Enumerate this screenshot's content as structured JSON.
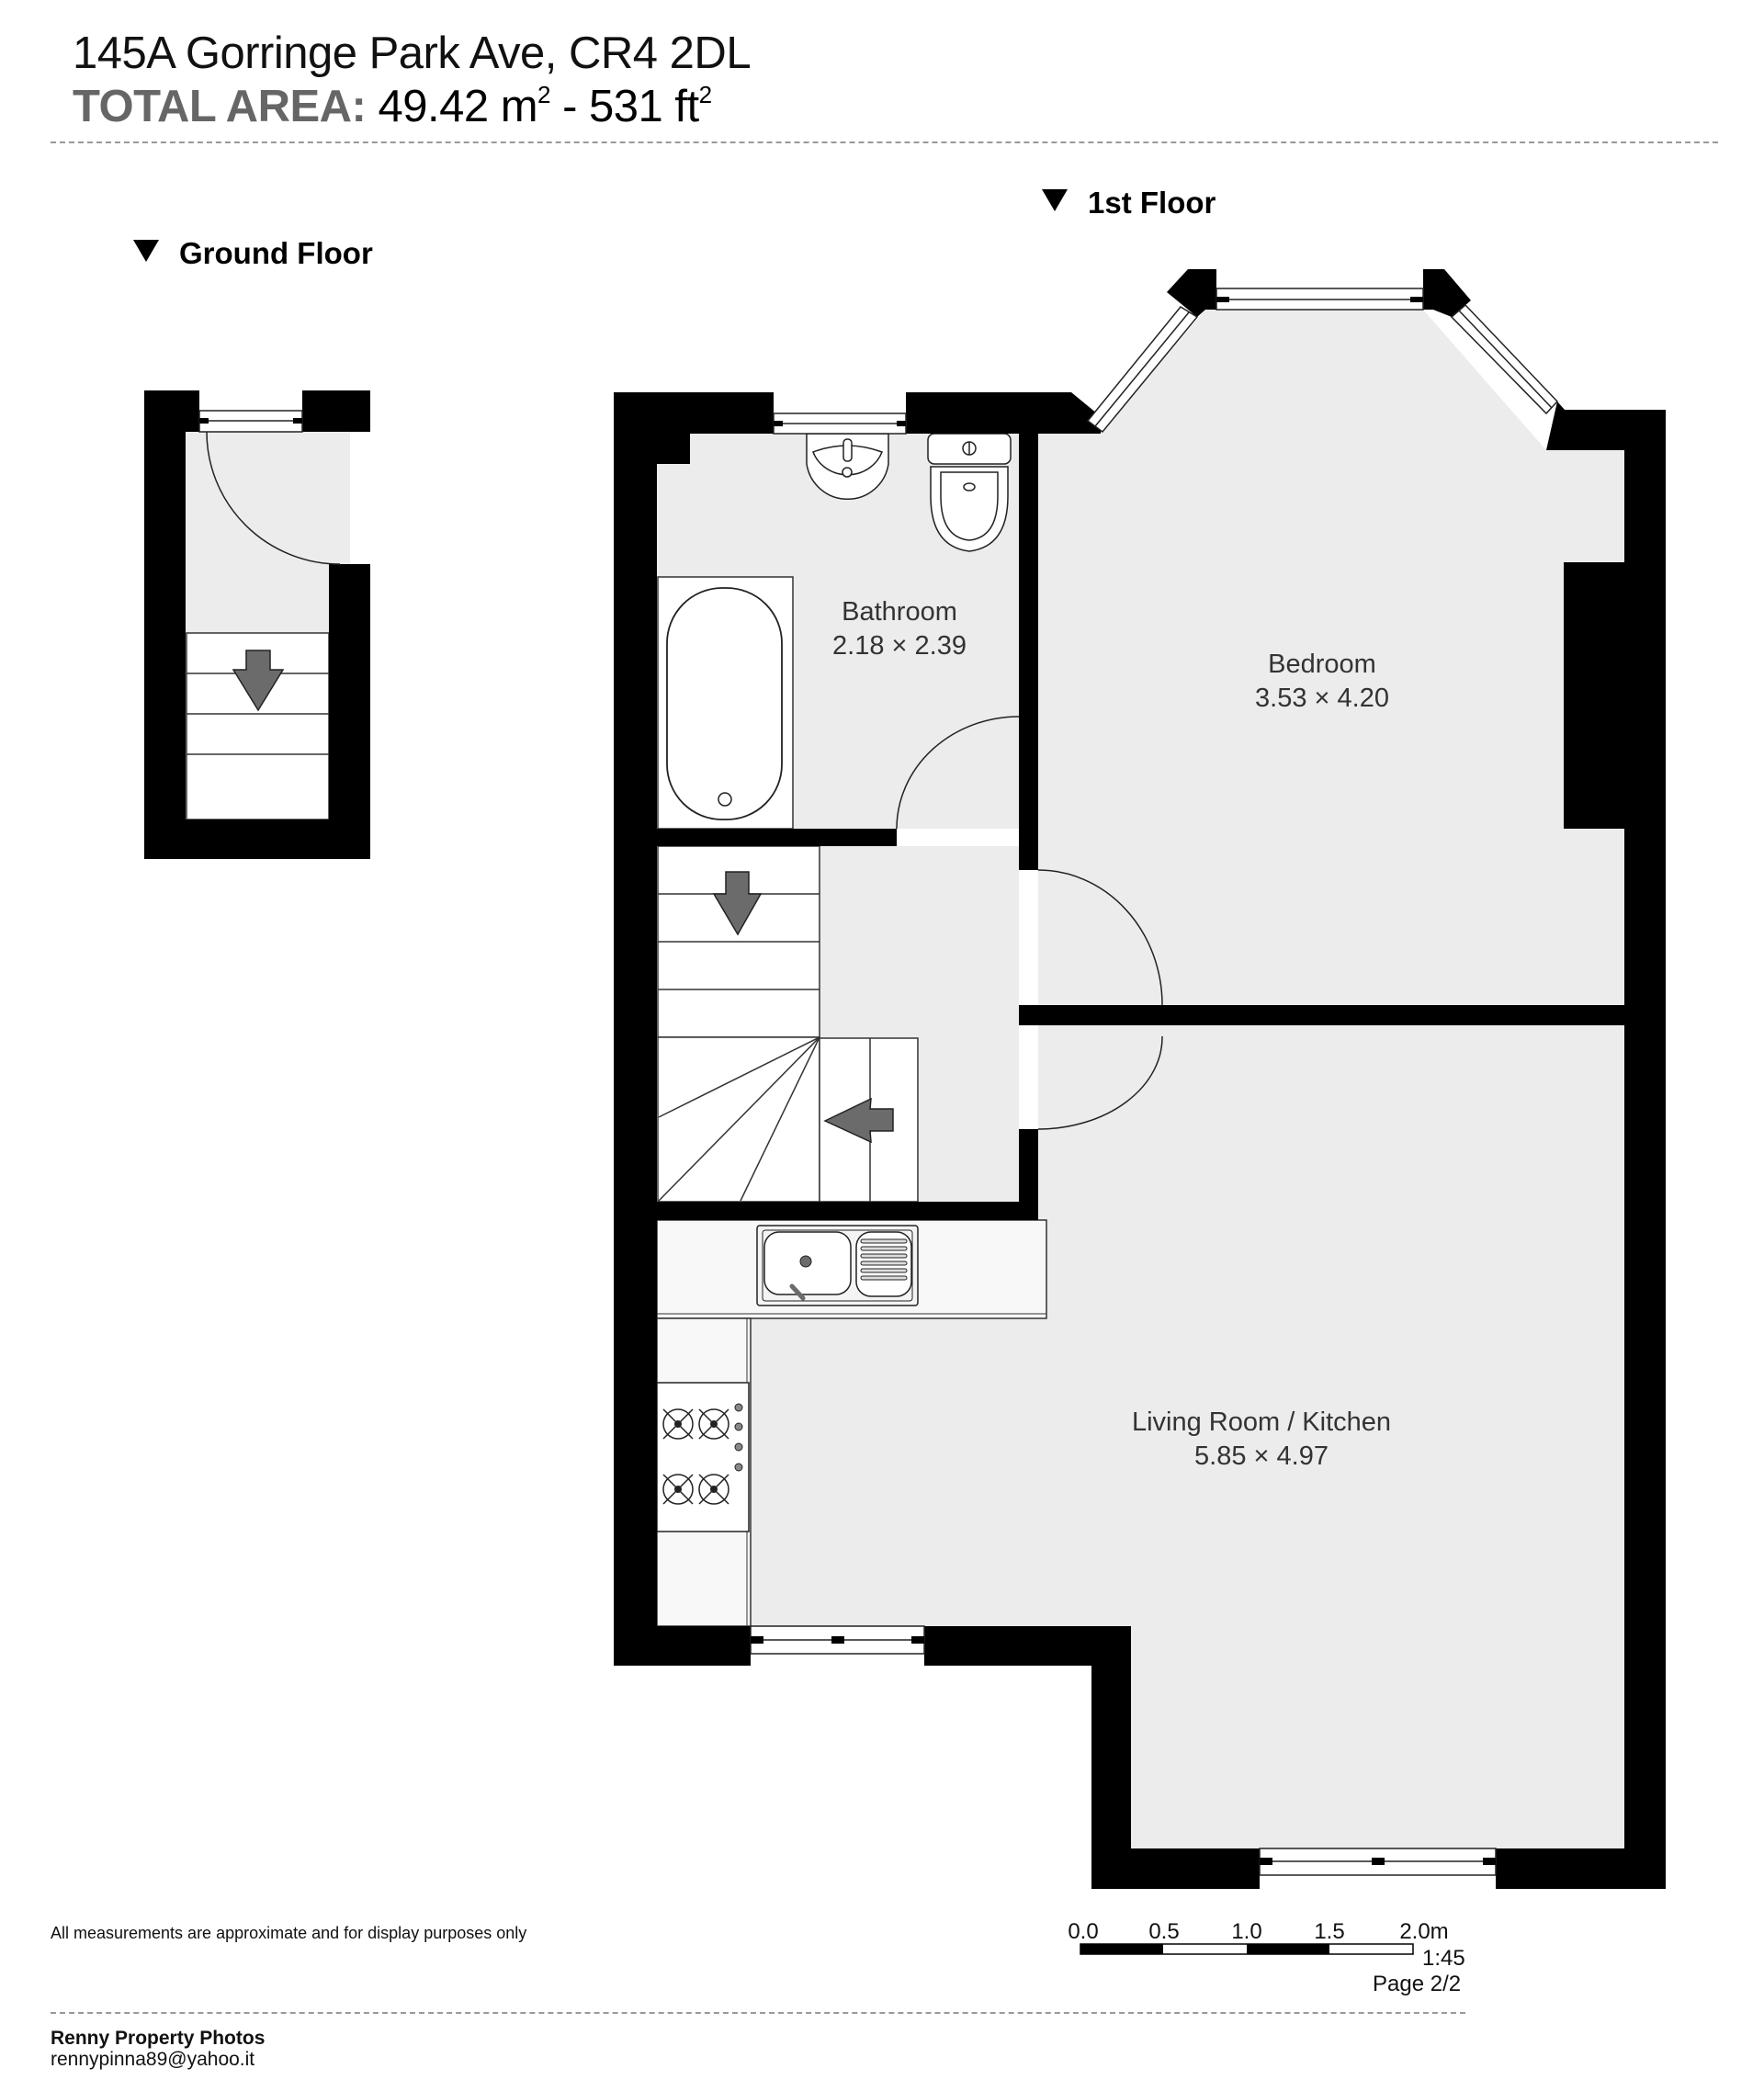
{
  "header": {
    "address": "145A Gorringe Park Ave, CR4 2DL",
    "total_area_label": "TOTAL AREA:",
    "total_area_m2": "49.42 m",
    "sq_sup": "2",
    "separator": " - ",
    "total_area_ft2": "531 ft"
  },
  "floors": [
    {
      "label": "Ground Floor"
    },
    {
      "label": "1st Floor"
    }
  ],
  "rooms": [
    {
      "name": "Bathroom",
      "dimensions": "2.18 × 2.39"
    },
    {
      "name": "Bedroom",
      "dimensions": "3.53 × 4.20"
    },
    {
      "name": "Living Room / Kitchen",
      "dimensions": "5.85 × 4.97"
    }
  ],
  "colors": {
    "wall": "#000000",
    "floor_fill": "#ececec",
    "fixture_fill": "#ffffff",
    "arrow_fill": "#6b6b6b",
    "title_label": "#666666",
    "room_text": "#333333"
  },
  "footer": {
    "disclaimer": "All measurements are approximate and for display purposes only",
    "scale_bar": {
      "ticks": [
        "0.0",
        "0.5",
        "1.0",
        "1.5",
        "2.0m"
      ],
      "ratio": "1:45"
    },
    "page": "Page 2/2",
    "company": "Renny Property Photos",
    "email": "rennypinna89@yahoo.it"
  }
}
